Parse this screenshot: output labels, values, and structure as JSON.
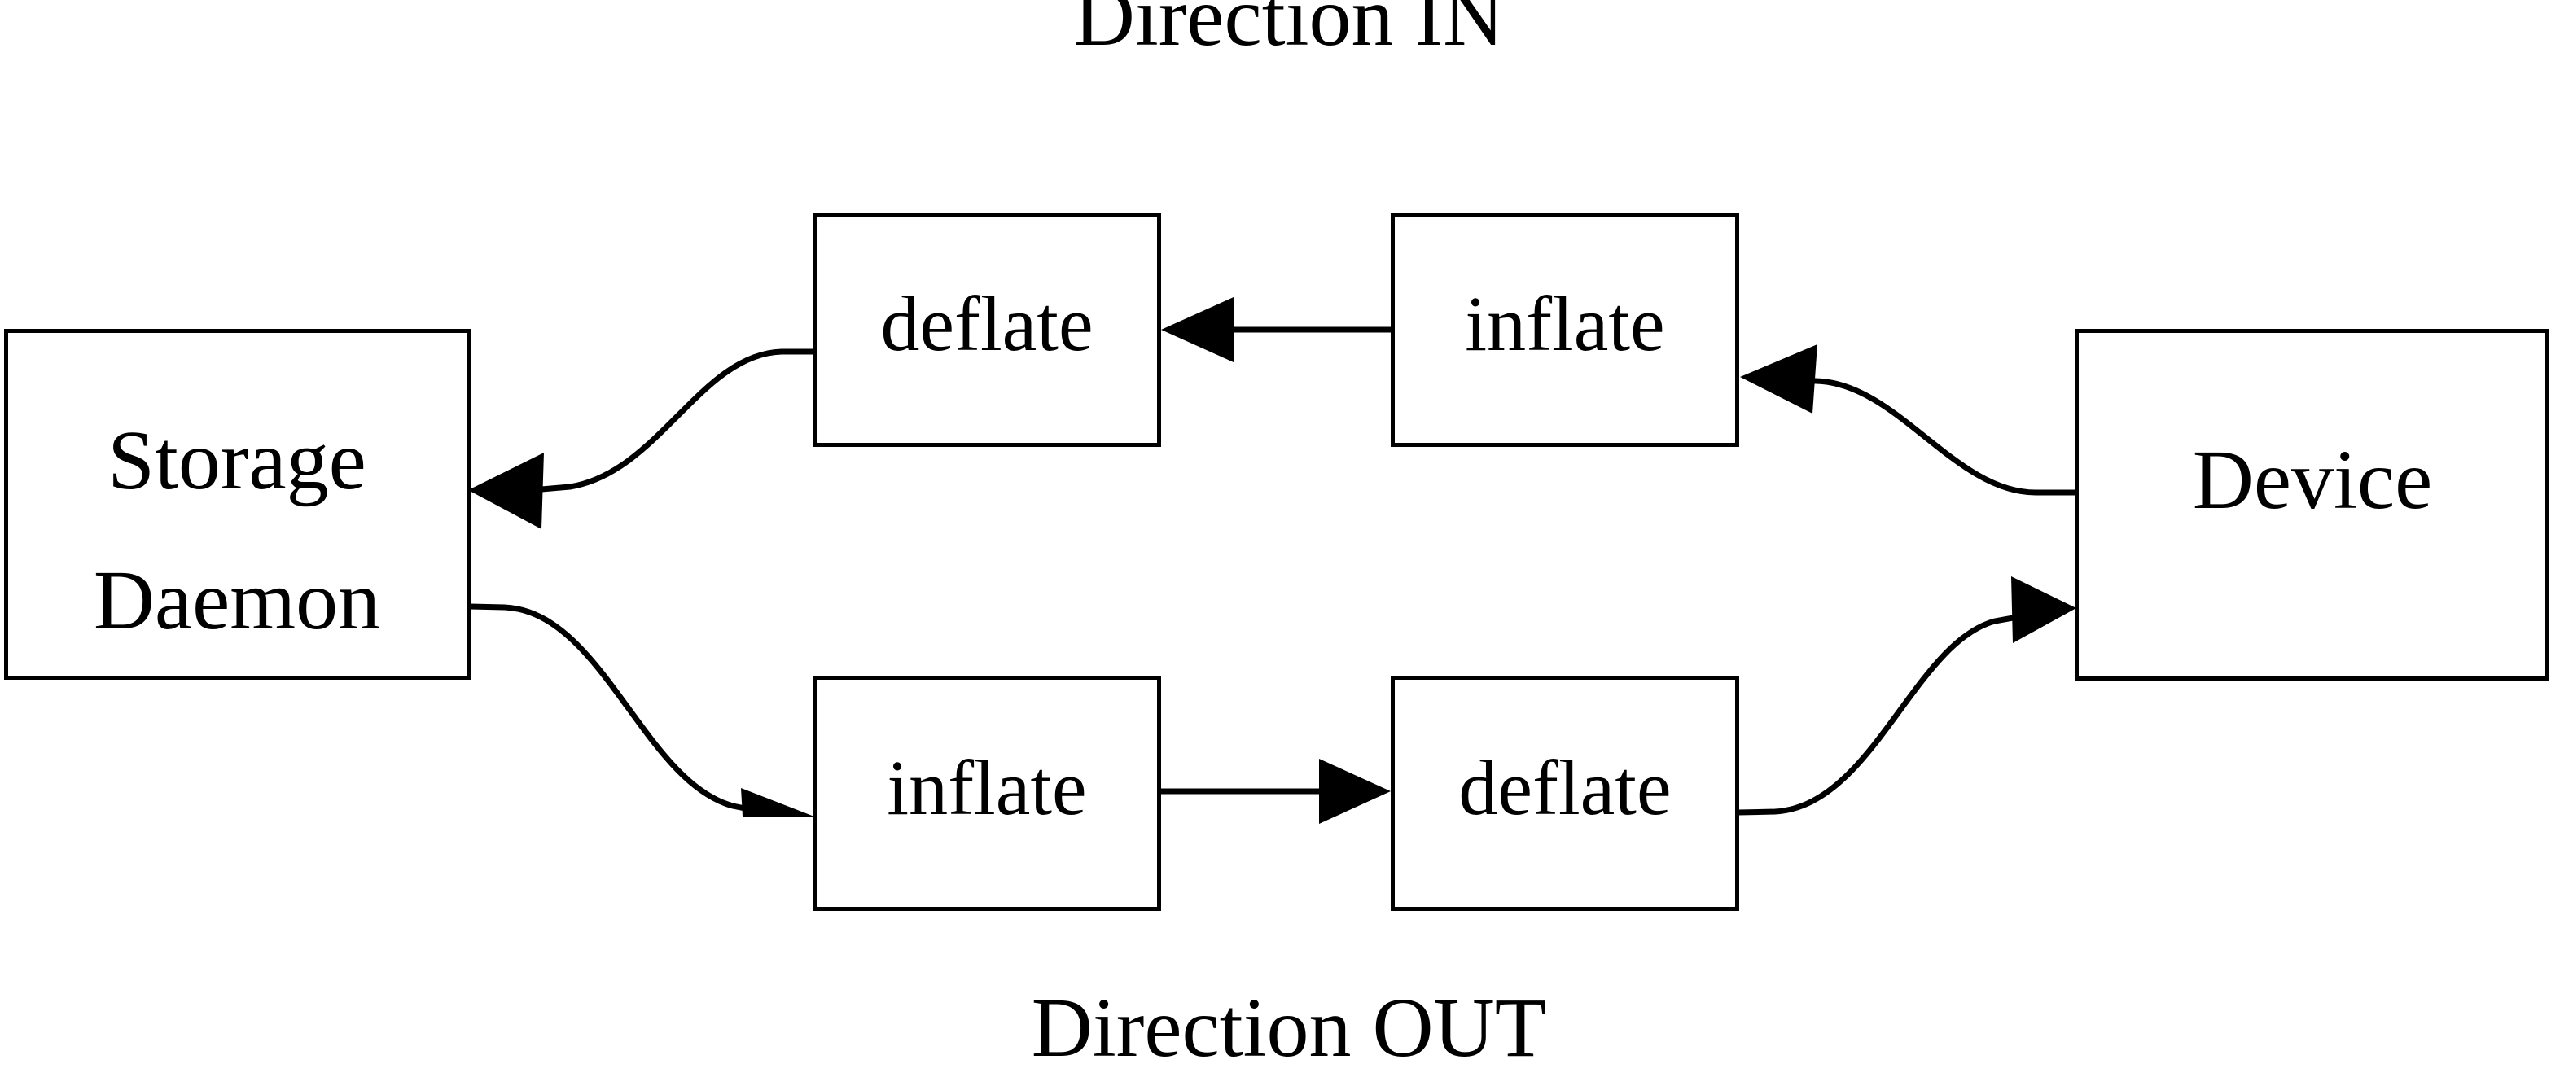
{
  "diagram": {
    "title_top": "Direction IN",
    "title_bottom": "Direction OUT",
    "nodes": {
      "storage_daemon_line1": "Storage",
      "storage_daemon_line2": "Daemon",
      "deflate_in": "deflate",
      "inflate_in": "inflate",
      "device": "Device",
      "inflate_out": "inflate",
      "deflate_out": "deflate"
    },
    "colors": {
      "stroke": "#000000",
      "fill": "#ffffff",
      "background": "#ffffff"
    },
    "edges": [
      {
        "from": "device",
        "to": "inflate_in",
        "style": "curve",
        "arrow": "left"
      },
      {
        "from": "inflate_in",
        "to": "deflate_in",
        "style": "straight",
        "arrow": "left"
      },
      {
        "from": "deflate_in",
        "to": "storage_daemon",
        "style": "curve",
        "arrow": "left"
      },
      {
        "from": "storage_daemon",
        "to": "inflate_out",
        "style": "curve",
        "arrow": "right"
      },
      {
        "from": "inflate_out",
        "to": "deflate_out",
        "style": "straight",
        "arrow": "right"
      },
      {
        "from": "deflate_out",
        "to": "device",
        "style": "curve",
        "arrow": "right"
      }
    ]
  }
}
